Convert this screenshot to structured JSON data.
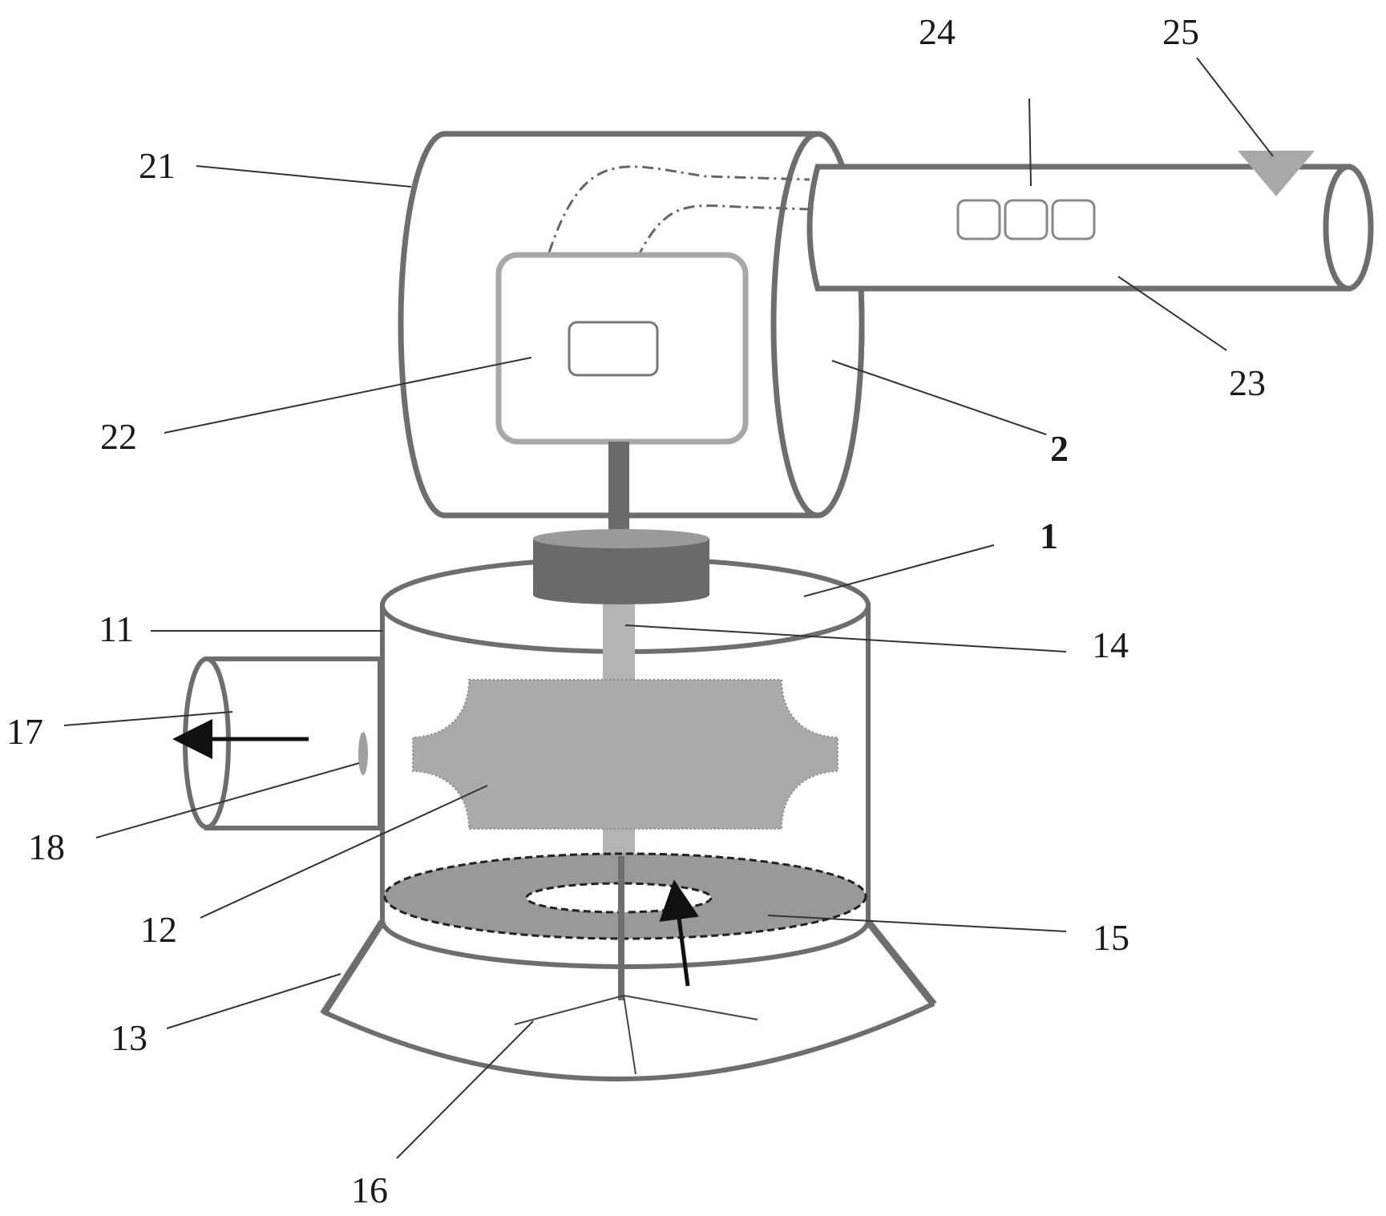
{
  "labels": {
    "l1": "1",
    "l2": "2",
    "l11": "11",
    "l12": "12",
    "l13": "13",
    "l14": "14",
    "l15": "15",
    "l16": "16",
    "l17": "17",
    "l18": "18",
    "l21": "21",
    "l22": "22",
    "l23": "23",
    "l24": "24",
    "l25": "25"
  },
  "colors": {
    "outline": "#6e6e6e",
    "light_outline": "#a8a8a8",
    "impeller_fill": "#aaaaaa",
    "plate_fill": "#999999",
    "motor_dark": "#6a6a6a",
    "motor_light": "#9a9a9a",
    "shaft_light": "#b4b4b4",
    "arrow": "#111111",
    "leader": "#333333"
  }
}
